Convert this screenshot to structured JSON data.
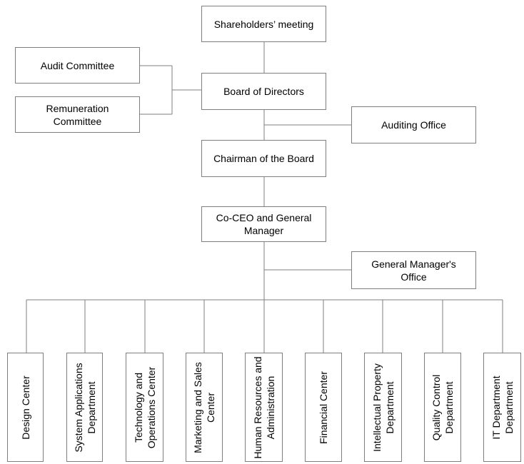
{
  "org_chart": {
    "nodes": {
      "shareholders": "Shareholders’ meeting",
      "audit_committee": "Audit Committee",
      "remuneration_committee": "Remuneration Committee",
      "board": "Board of Directors",
      "auditing_office": "Auditing Office",
      "chairman": "Chairman of the Board",
      "ceo": "Co-CEO and General Manager",
      "gm_office": "General Manager's Office"
    },
    "departments": [
      "Design Center",
      "System Applications Department",
      "Technology and Operations Center",
      "Marketing and Sales Center",
      "Human Resources and Administration",
      "Financial Center",
      "Intellectual Property Department",
      "Quality Control Department",
      "IT Department Department"
    ]
  }
}
